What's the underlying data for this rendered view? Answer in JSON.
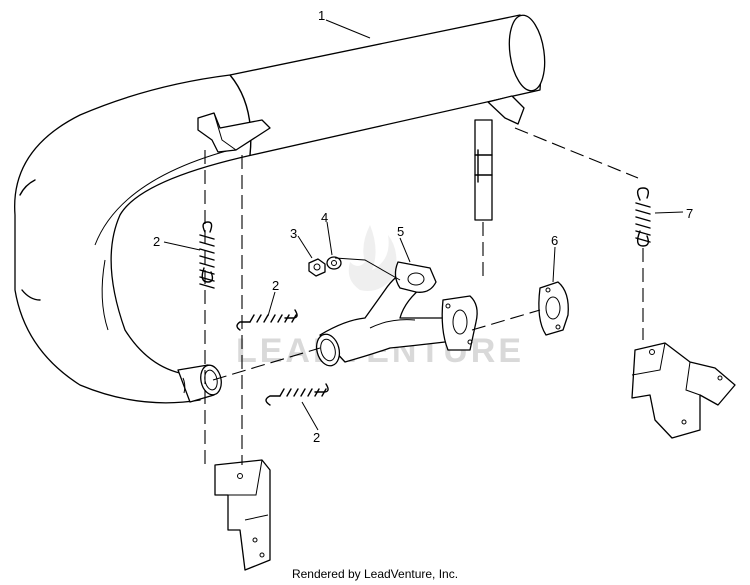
{
  "diagram": {
    "watermark": "LEADVENTURE",
    "callouts": [
      "1",
      "2",
      "3",
      "4",
      "5",
      "6",
      "2",
      "7",
      "2"
    ]
  },
  "footer": {
    "credit": "Rendered by LeadVenture, Inc."
  }
}
